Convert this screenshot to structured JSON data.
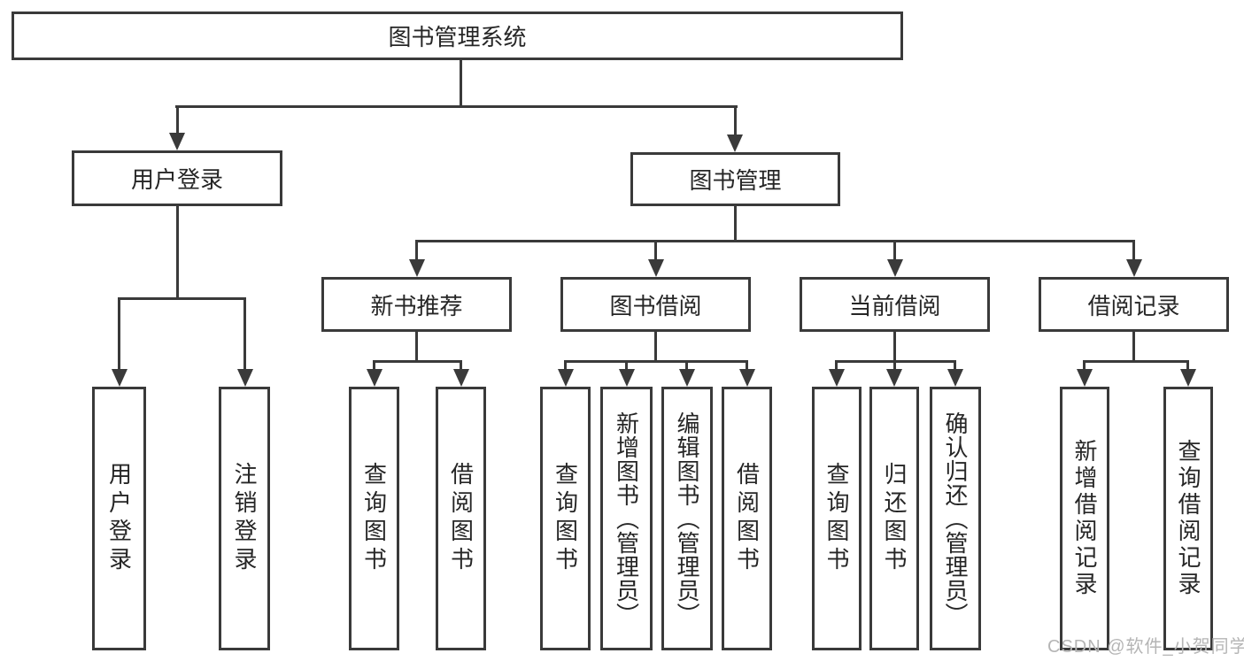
{
  "diagram": {
    "root": {
      "label": "图书管理系统"
    },
    "level2": [
      {
        "id": "user-login",
        "label": "用户登录"
      },
      {
        "id": "book-management",
        "label": "图书管理"
      }
    ],
    "level3": [
      {
        "id": "new-book-recommend",
        "label": "新书推荐",
        "parent": "图书管理"
      },
      {
        "id": "book-borrow",
        "label": "图书借阅",
        "parent": "图书管理"
      },
      {
        "id": "current-borrow",
        "label": "当前借阅",
        "parent": "图书管理"
      },
      {
        "id": "borrow-records",
        "label": "借阅记录",
        "parent": "图书管理"
      }
    ],
    "leaves": [
      {
        "id": "leaf-user-login",
        "label": "用户登录",
        "parent": "用户登录"
      },
      {
        "id": "leaf-logout",
        "label": "注销登录",
        "parent": "用户登录"
      },
      {
        "id": "leaf-query-book-1",
        "label": "查询图书",
        "parent": "新书推荐"
      },
      {
        "id": "leaf-borrow-book-1",
        "label": "借阅图书",
        "parent": "新书推荐"
      },
      {
        "id": "leaf-query-book-2",
        "label": "查询图书",
        "parent": "图书借阅"
      },
      {
        "id": "leaf-add-book-admin",
        "label": "新增图书（管理员）",
        "parent": "图书借阅"
      },
      {
        "id": "leaf-edit-book-admin",
        "label": "编辑图书（管理员）",
        "parent": "图书借阅"
      },
      {
        "id": "leaf-borrow-book-2",
        "label": "借阅图书",
        "parent": "图书借阅"
      },
      {
        "id": "leaf-query-book-3",
        "label": "查询图书",
        "parent": "当前借阅"
      },
      {
        "id": "leaf-return-book",
        "label": "归还图书",
        "parent": "当前借阅"
      },
      {
        "id": "leaf-confirm-return-admin",
        "label": "确认归还（管理员）",
        "parent": "当前借阅"
      },
      {
        "id": "leaf-add-borrow-record",
        "label": "新增借阅记录",
        "parent": "借阅记录"
      },
      {
        "id": "leaf-query-borrow-record",
        "label": "查询借阅记录",
        "parent": "借阅记录"
      }
    ]
  },
  "watermark": "CSDN @软件_小贺同学",
  "colors": {
    "line": "#3a3a3a",
    "box_border": "#3a3a3a",
    "box_fill": "#ffffff",
    "text": "#262626",
    "watermark": "#b5b5b5"
  }
}
